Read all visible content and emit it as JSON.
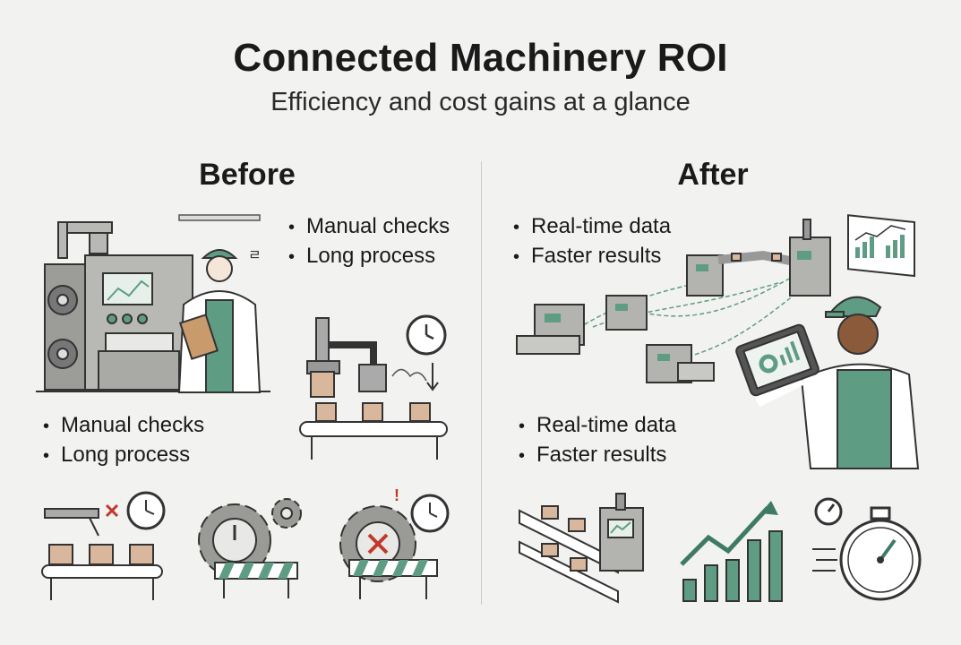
{
  "title": "Connected Machinery ROI",
  "subtitle": "Efficiency and cost gains at a glance",
  "before": {
    "heading": "Before",
    "bullets_top": [
      "Manual checks",
      "Long process"
    ],
    "bullets_bottom": [
      "Manual checks",
      "Long process"
    ]
  },
  "after": {
    "heading": "After",
    "bullets_top": [
      "Real-time data",
      "Faster results"
    ],
    "bullets_bottom": [
      "Real-time data",
      "Faster results"
    ]
  },
  "colors": {
    "accent": "#5f9c84",
    "accent_dark": "#3f7a64",
    "machine_gray": "#b3b3b0",
    "box_tan": "#d9b79c",
    "warning_red": "#c0392b"
  },
  "icons": [
    "industrial-machine-icon",
    "stressed-worker-icon",
    "clock-icon",
    "robot-arm-conveyor-icon",
    "blocked-conveyor-icon",
    "gear-barrier-icon",
    "gear-error-icon",
    "connected-machines-network-icon",
    "dashboard-chart-icon",
    "worker-with-tablet-icon",
    "automated-conveyor-icon",
    "growth-chart-icon",
    "stopwatch-icon"
  ]
}
